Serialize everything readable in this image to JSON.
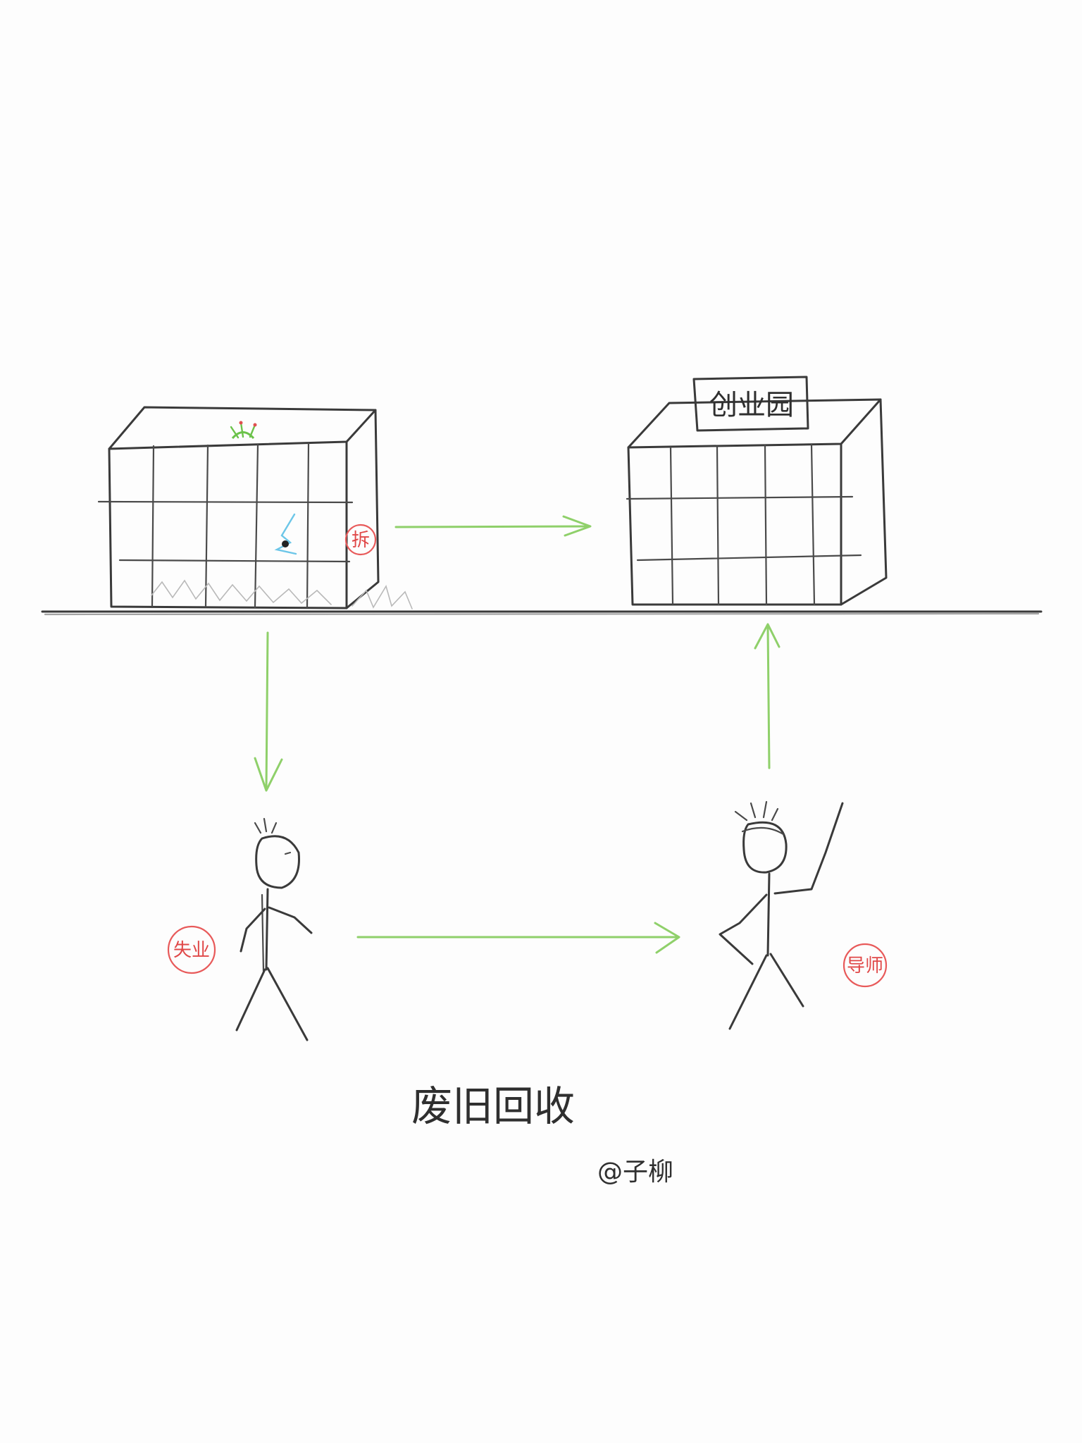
{
  "diagram": {
    "building_sign": "创业园",
    "stamps": {
      "demolish": "拆",
      "unemployed": "失业",
      "mentor": "导师"
    },
    "caption": "废旧回收",
    "signature": "@子柳"
  },
  "colors": {
    "pencil": "#3a3a3a",
    "arrow": "#8fd06a",
    "stamp": "#e85a5a",
    "crack": "#6cc6e8",
    "plant": "#6bc24a"
  }
}
